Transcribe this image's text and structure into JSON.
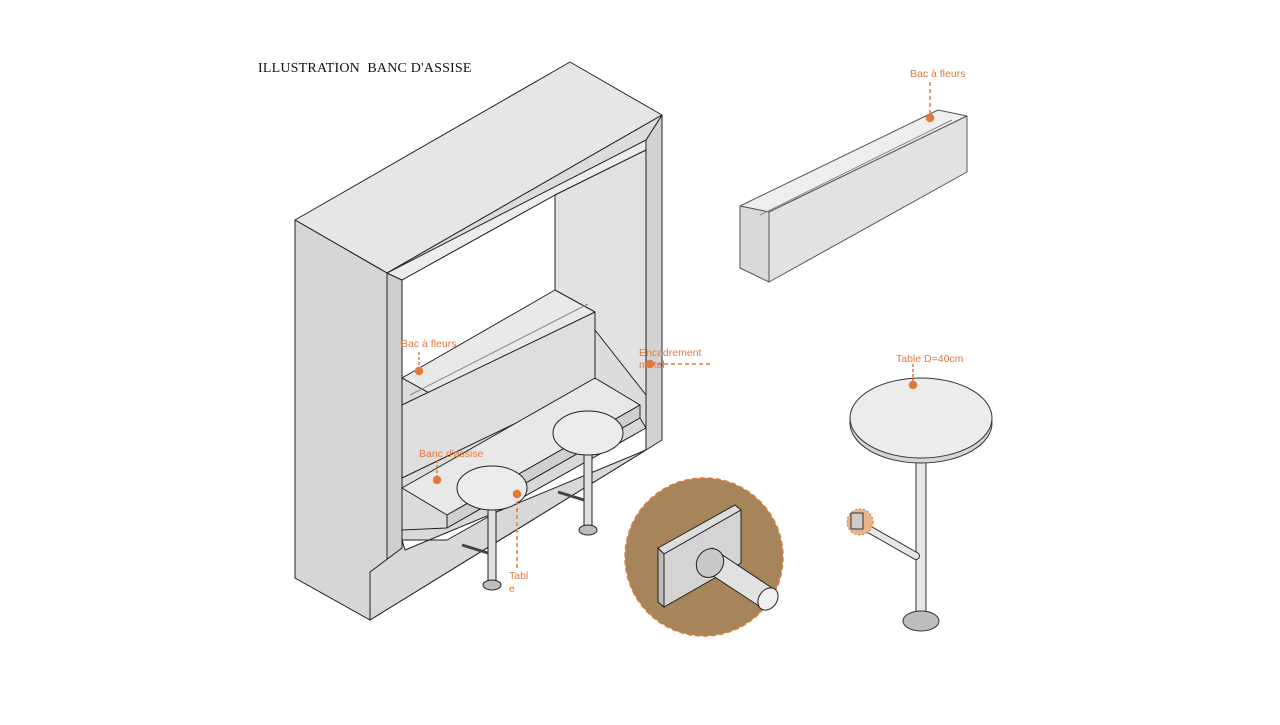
{
  "title": "ILLUSTRATION  BANC D'ASSISE",
  "labels": {
    "bac_fleurs_main": "Bac à fleurs",
    "encadrement_line1": "Encadrement",
    "encadrement_line2": "métal",
    "banc_assise": "Banc d'assise",
    "table_line1": "Tabl",
    "table_line2": "e",
    "bac_fleurs_detail": "Bac à fleurs",
    "table_detail": "Table D=40cm"
  },
  "colors": {
    "accent": "#e07a3c",
    "detail_circle": "#a6855a",
    "surface": "#dddddd",
    "surface_dark": "#c9c9c9",
    "outline": "#222222"
  }
}
